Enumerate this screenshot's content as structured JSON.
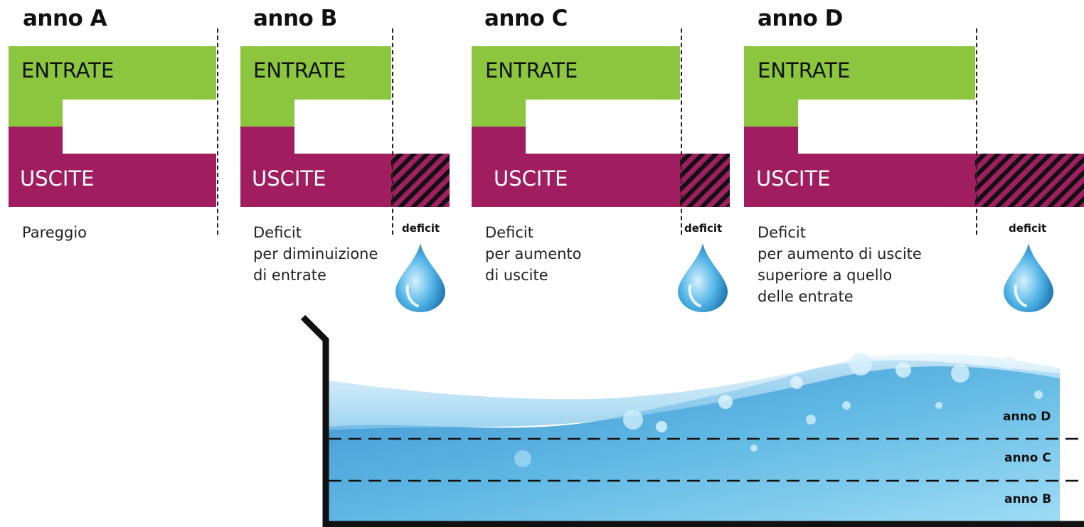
{
  "years": [
    {
      "title": "anno A",
      "entrate": "ENTRATE",
      "uscite": "USCITE",
      "desc": "Pareggio"
    },
    {
      "title": "anno B",
      "entrate": "ENTRATE",
      "uscite": "USCITE",
      "desc": "Deficit\nper diminuizione\ndi entrate",
      "deficit": "deficit"
    },
    {
      "title": "anno C",
      "entrate": "ENTRATE",
      "uscite": "USCITE",
      "desc": "Deficit\nper aumento\ndi uscite",
      "deficit": "deficit"
    },
    {
      "title": "anno D",
      "entrate": "ENTRATE",
      "uscite": "USCITE",
      "desc": "Deficit\nper aumento di uscite\nsuperiore a quello\ndelle entrate",
      "deficit": "deficit"
    }
  ],
  "tank": {
    "levels": [
      "anno D",
      "anno C",
      "anno B"
    ]
  },
  "colors": {
    "entrate": "#8cc63f",
    "uscite": "#a01e60",
    "water": "#5fb8e3"
  }
}
